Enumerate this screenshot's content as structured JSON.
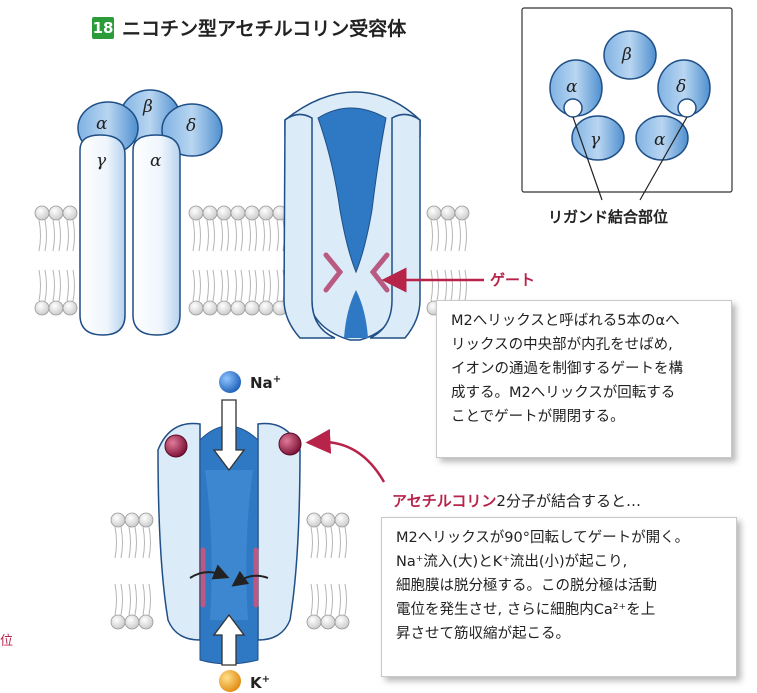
{
  "figure": {
    "number": "18",
    "title": "ニコチン型アセチルコリン受容体"
  },
  "subunits": {
    "alpha": "α",
    "beta": "β",
    "gamma": "γ",
    "delta": "δ"
  },
  "ligand_site_label": "リガンド結合部位",
  "gate_label": "ゲート",
  "gate_note": "M2へリックスと呼ばれる5本のαへ\nリックスの中央部が内孔をせばめ,\nイオンの通過を制御するゲートを構\n成する。M2へリックスが回転する\nことでゲートが開閉する。",
  "na_ion": {
    "symbol": "Na",
    "charge": "+"
  },
  "k_ion": {
    "symbol": "K",
    "charge": "+"
  },
  "ach_label": "アセチルコリン",
  "ach_suffix": "2分子が結合すると…",
  "open_note": "M2へリックスが90°回転してゲートが開く。\nNa⁺流入(大)とK⁺流出(小)が起こり,\n細胞膜は脱分極する。この脱分極は活動\n電位を発生させ, さらに細胞内Ca²⁺を上\n昇させて筋収縮が起こる。",
  "edge_fragment": "位",
  "colors": {
    "accent": "#b8234a",
    "protein": "#5b9bd5",
    "protein_light": "#dcebf8",
    "pore": "#2f78c4",
    "lipid": "#d9d9d9"
  }
}
